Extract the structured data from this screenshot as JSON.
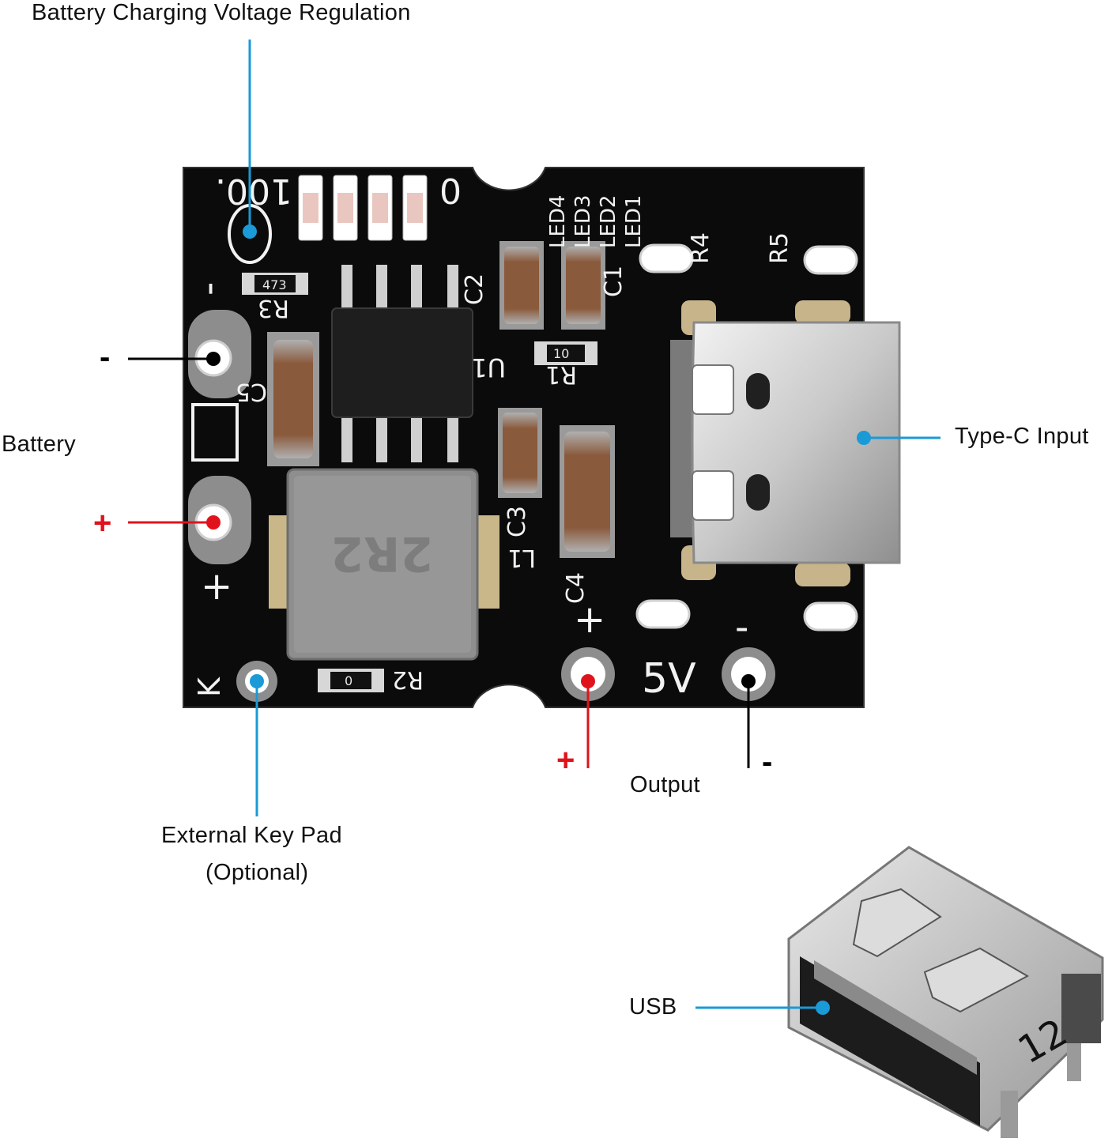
{
  "labels": {
    "voltage_regulation": "Battery Charging Voltage Regulation",
    "battery": "Battery",
    "type_c_input": "Type-C Input",
    "external_key_pad_line1": "External Key Pad",
    "external_key_pad_line2": "(Optional)",
    "output": "Output",
    "usb": "USB"
  },
  "signs": {
    "battery_minus": "-",
    "battery_plus": "+",
    "output_plus": "+",
    "output_minus": "-"
  },
  "board_silkscreen": {
    "top_left_value": "100.",
    "top_right_value": "0",
    "leds": [
      "LED4",
      "LED3",
      "LED2",
      "LED1"
    ],
    "resistors": [
      "R1",
      "R2",
      "R3",
      "R4",
      "R5"
    ],
    "capacitors": [
      "C1",
      "C2",
      "C3",
      "C4",
      "C5"
    ],
    "chip": "U1",
    "inductor": "L1",
    "inductor_marking": "2R2",
    "key_pad": "K",
    "output_voltage": "5V",
    "pad_minus": "-",
    "pad_plus": "+",
    "resistor_marks": [
      "473",
      "10",
      "0"
    ]
  },
  "usb_marking": "12",
  "colors": {
    "accent_blue": "#1a9ad6",
    "marker_red": "#e0131d",
    "leader_black": "#000000",
    "board": "#0b0b0b"
  }
}
